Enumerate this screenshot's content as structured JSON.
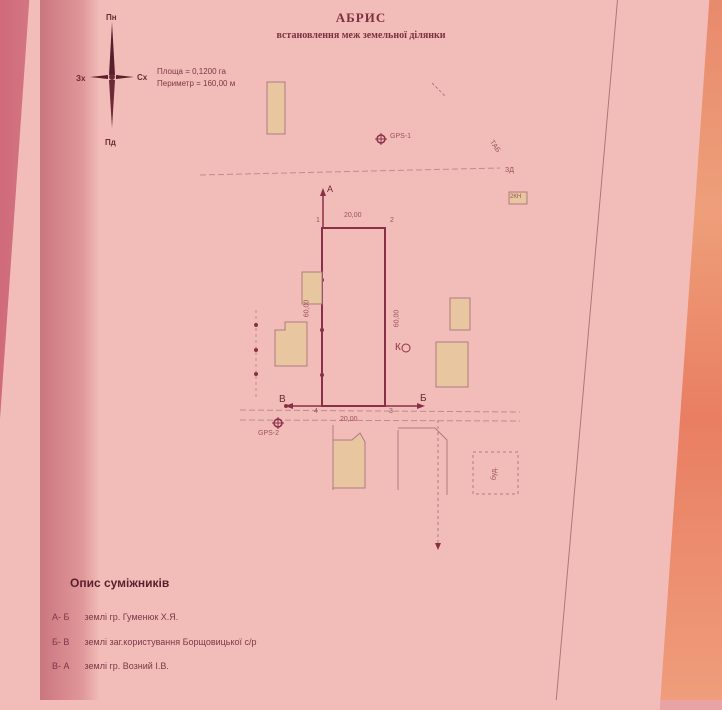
{
  "document": {
    "title": "АБРИС",
    "subtitle": "встановлення меж земельної ділянки"
  },
  "compass": {
    "north": "Пн",
    "south": "Пд",
    "east": "Сх",
    "west": "Зх"
  },
  "parcel_info": {
    "area": "Площа = 0,1200 га",
    "perimeter": "Периметр = 160,00 м"
  },
  "map_labels": {
    "gps1": "GPS-1",
    "gps2": "GPS-2",
    "point_a": "А",
    "point_b": "Б",
    "point_v": "В",
    "vertex_1": "1",
    "vertex_2": "2",
    "vertex_3": "3",
    "vertex_4": "4",
    "top_side": "20,00",
    "bottom_side": "20,00",
    "left_side": "60,00",
    "right_side": "60,00",
    "tree_mark": "К",
    "pole_label": "ТАБ",
    "road_label": "ЗД",
    "building_2kh": "2КН",
    "building_bud": "буд."
  },
  "adjacents": {
    "heading": "Опис суміжників",
    "rows": [
      {
        "code": "А- Б",
        "text": "землі гр. Гуменюк Х.Я."
      },
      {
        "code": "Б- В",
        "text": "землі заг.користування Борщовицької с/р"
      },
      {
        "code": "В- А",
        "text": "землі гр. Возний І.В."
      }
    ]
  },
  "colors": {
    "paper": "#f2bdb8",
    "parcel_line": "#8a2f48",
    "building_fill": "#e8c6a0",
    "text_dark": "#5a1f2c"
  }
}
